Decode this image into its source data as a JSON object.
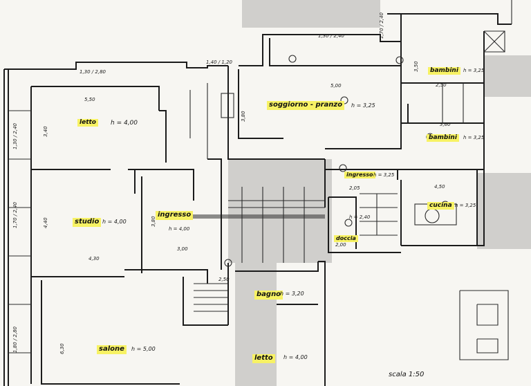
{
  "rooms": [
    {
      "id": "letto-1",
      "label": "letto",
      "height": "h = 4,00"
    },
    {
      "id": "studio",
      "label": "studio",
      "height": "h = 4,00"
    },
    {
      "id": "salone",
      "label": "salone",
      "height": "h = 5,00"
    },
    {
      "id": "ingresso-1",
      "label": "ingresso",
      "height": "h = 4,00"
    },
    {
      "id": "soggiorno",
      "label": "soggiorno - pranzo",
      "height": "h = 3,25"
    },
    {
      "id": "bambini-1",
      "label": "bambini",
      "height": "h = 3,25"
    },
    {
      "id": "bambini-2",
      "label": "bambini",
      "height": "h = 3,25"
    },
    {
      "id": "ingresso-2",
      "label": "ingresso",
      "height": "h = 3,25"
    },
    {
      "id": "cucina",
      "label": "cucina",
      "height": "h = 3,25"
    },
    {
      "id": "doccia",
      "label": "doccia",
      "height": ""
    },
    {
      "id": "bagno",
      "label": "bagno",
      "height": "h = 3,20"
    },
    {
      "id": "letto-2",
      "label": "letto",
      "height": "h = 4,00"
    }
  ],
  "dimensions": {
    "d1": "5,50",
    "d2": "3,40",
    "d3": "4,40",
    "d4": "4,30",
    "d5": "6,30",
    "d6": "3,80",
    "d7": "3,00",
    "d8": "2,50",
    "d9": "5,00",
    "d10": "3,80",
    "d11": "1,30 / 2,40",
    "d12": "1,30 / 2,80",
    "d13": "1,40 / 1,20",
    "d14": "3,50",
    "d15": "2,50",
    "d16": "4,50",
    "d17": "2,05",
    "d18": "1,30 / 2,40",
    "d19": "1,70 / 2,40",
    "d20": "1,80 / 2,80",
    "d21": "1,70 / 2,40",
    "d22": "3,60",
    "d23": "h = 2,40",
    "d24": "2,00"
  },
  "scale": "scala   1:50"
}
